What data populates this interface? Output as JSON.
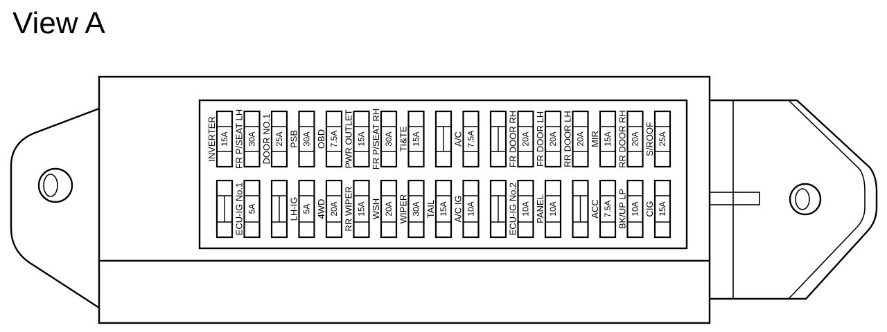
{
  "view_title": "View A",
  "upper_row": [
    {
      "label": "INVERTER",
      "amp": "15A",
      "filled": true
    },
    {
      "label": "FR P/SEAT LH",
      "amp": "30A",
      "filled": true
    },
    {
      "label": "DOOR NO.1",
      "amp": "25A",
      "filled": true
    },
    {
      "label": "PSB",
      "amp": "30A",
      "filled": true
    },
    {
      "label": "OBD",
      "amp": "7.5A",
      "filled": true
    },
    {
      "label": "PWR OUTLET",
      "amp": "15A",
      "filled": true
    },
    {
      "label": "FR P/SEAT RH",
      "amp": "30A",
      "filled": true
    },
    {
      "label": "TI&TE",
      "amp": "15A",
      "filled": true
    },
    {
      "label": "",
      "amp": "",
      "filled": false
    },
    {
      "label": "A/C",
      "amp": "7.5A",
      "filled": true
    },
    {
      "label": "",
      "amp": "",
      "filled": false
    },
    {
      "label": "FR DOOR RH",
      "amp": "20A",
      "filled": true
    },
    {
      "label": "FR DOOR LH",
      "amp": "20A",
      "filled": true
    },
    {
      "label": "RR DOOR LH",
      "amp": "20A",
      "filled": true
    },
    {
      "label": "MIR",
      "amp": "15A",
      "filled": true
    },
    {
      "label": "RR DOOR RH",
      "amp": "20A",
      "filled": true
    },
    {
      "label": "S/ROOF",
      "amp": "25A",
      "filled": true
    }
  ],
  "lower_row": [
    {
      "label": "",
      "amp": "",
      "filled": false
    },
    {
      "label": "ECU-IG No.1",
      "amp": "5A",
      "filled": true
    },
    {
      "label": "",
      "amp": "",
      "filled": false
    },
    {
      "label": "LH-IG",
      "amp": "5A",
      "filled": true
    },
    {
      "label": "4WD",
      "amp": "20A",
      "filled": true
    },
    {
      "label": "RR WIPER",
      "amp": "15A",
      "filled": true
    },
    {
      "label": "WSH",
      "amp": "20A",
      "filled": true
    },
    {
      "label": "WIPER",
      "amp": "30A",
      "filled": true
    },
    {
      "label": "TAIL",
      "amp": "15A",
      "filled": true
    },
    {
      "label": "A/C IG",
      "amp": "10A",
      "filled": true
    },
    {
      "label": "",
      "amp": "",
      "filled": false
    },
    {
      "label": "ECU-IG No.2",
      "amp": "10A",
      "filled": true
    },
    {
      "label": "PANEL",
      "amp": "10A",
      "filled": true
    },
    {
      "label": "",
      "amp": "",
      "filled": false
    },
    {
      "label": "ACC",
      "amp": "7.5A",
      "filled": true
    },
    {
      "label": "BK/UP LP",
      "amp": "10A",
      "filled": true
    },
    {
      "label": "CIG",
      "amp": "15A",
      "filled": true
    }
  ]
}
